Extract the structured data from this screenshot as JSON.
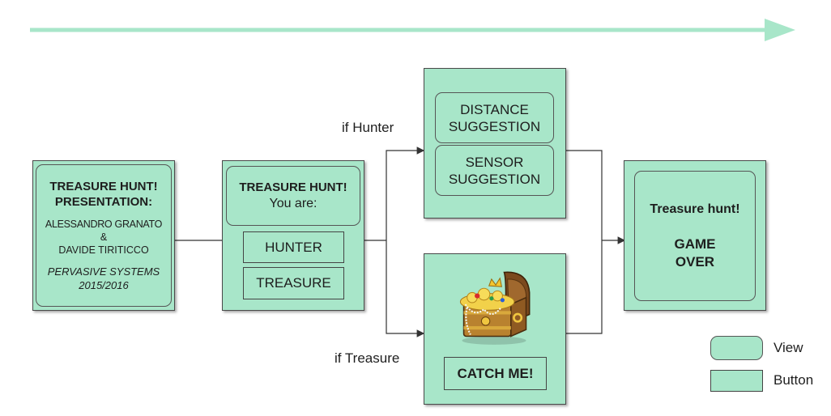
{
  "arrow_color": "#a8e6c9",
  "box_color": "#a8e6c9",
  "screen1": {
    "title": "TREASURE HUNT!",
    "subtitle": "PRESENTATION:",
    "author1": "ALESSANDRO GRANATO",
    "ampersand": "&",
    "author2": "DAVIDE TIRITICCO",
    "course": "PERVASIVE SYSTEMS",
    "year": "2015/2016"
  },
  "screen2": {
    "title": "TREASURE HUNT!",
    "prompt": "You are:",
    "hunter_button": "HUNTER",
    "treasure_button": "TREASURE"
  },
  "hunter_screen": {
    "distance_line1": "DISTANCE",
    "distance_line2": "SUGGESTION",
    "sensor_line1": "SENSOR",
    "sensor_line2": "SUGGESTION"
  },
  "treasure_screen": {
    "chest_icon": "treasure-chest-icon",
    "catch_button": "CATCH ME!"
  },
  "gameover_screen": {
    "title": "Treasure hunt!",
    "line1": "GAME",
    "line2": "OVER"
  },
  "branch_labels": {
    "hunter": "if Hunter",
    "treasure": "if Treasure"
  },
  "legend": {
    "view": "View",
    "button": "Button"
  }
}
